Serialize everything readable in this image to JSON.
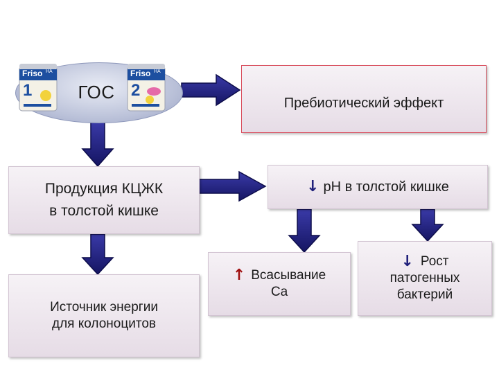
{
  "nodes": {
    "gos": "ГОС",
    "prebiotic": "Пребиотический эффект",
    "kczk_line1": "Продукция КЦЖК",
    "kczk_line2": "в толстой кишке",
    "ph": "pH в толстой кишке",
    "energy_line1": "Источник энергии",
    "energy_line2": "для колоноцитов",
    "ca_line1": "Всасывание",
    "ca_line2": "Ca",
    "rost_line1": "Рост",
    "rost_line2": "патогенных",
    "rost_line3": "бактерий"
  },
  "product_cans": [
    {
      "brand": "Friso",
      "number": "1",
      "variant": "HA"
    },
    {
      "brand": "Friso",
      "number": "2",
      "variant": "HA"
    }
  ],
  "glyphs": {
    "down": "↓",
    "up": "↑"
  },
  "colors": {
    "arrow_fill": "#1f1f7a",
    "arrow_edge": "#0d0d4a",
    "prebiotic_border": "#d84a5a",
    "up_arrow": "#a01010",
    "can_blue": "#1d4fa0",
    "can_label": "#f4f1e6",
    "can_yellow": "#f2d23c"
  }
}
